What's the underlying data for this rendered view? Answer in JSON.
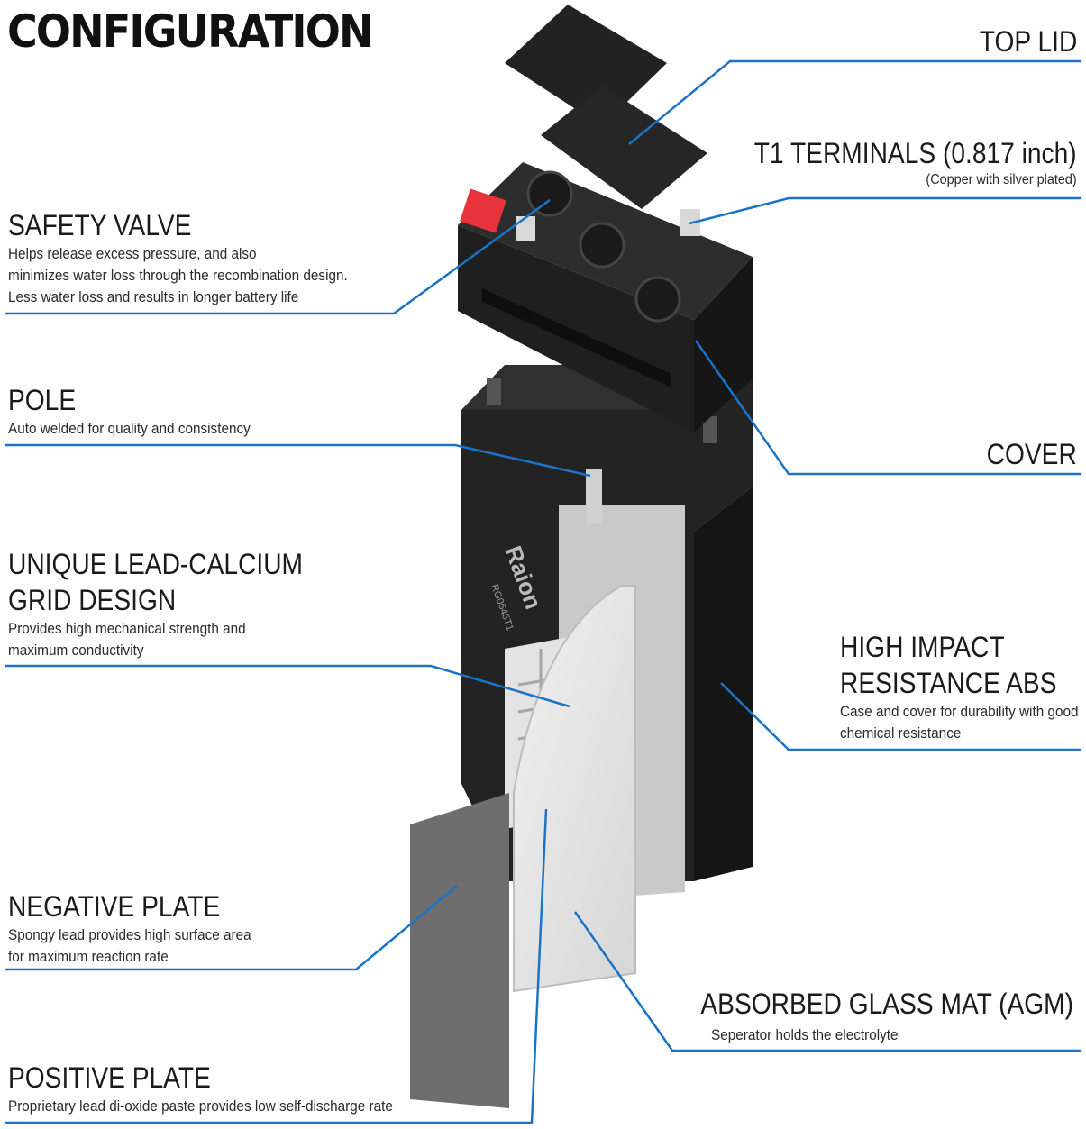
{
  "title": "CONFIGURATION",
  "brand": {
    "name": "Raion",
    "model": "RG0645T1"
  },
  "accent_color": "#1a73c9",
  "labels": {
    "top_lid": {
      "heading": "TOP LID"
    },
    "t1_terminals": {
      "heading": "T1 TERMINALS (0.817 inch)",
      "desc": "(Copper with silver plated)"
    },
    "safety_valve": {
      "heading": "SAFETY VALVE",
      "desc": [
        "Helps release excess pressure, and also",
        "minimizes water loss through the recombination design.",
        "Less water loss and results in longer battery life"
      ]
    },
    "pole": {
      "heading": "POLE",
      "desc": "Auto welded for quality and consistency"
    },
    "cover": {
      "heading": "COVER"
    },
    "grid_design": {
      "heading_lines": [
        "UNIQUE LEAD-CALCIUM",
        "GRID DESIGN"
      ],
      "desc": [
        "Provides high mechanical strength and",
        "maximum conductivity"
      ]
    },
    "high_impact": {
      "heading_lines": [
        "HIGH IMPACT",
        "RESISTANCE ABS"
      ],
      "desc": [
        "Case and cover for durability with good",
        "chemical resistance"
      ]
    },
    "negative_plate": {
      "heading": "NEGATIVE PLATE",
      "desc": [
        "Spongy lead provides high surface area",
        "for maximum reaction rate"
      ]
    },
    "agm": {
      "heading": "ABSORBED GLASS MAT (AGM)",
      "desc": "Seperator holds the electrolyte"
    },
    "positive_plate": {
      "heading": "POSITIVE PLATE",
      "desc": "Proprietary lead di-oxide paste provides low self-discharge rate"
    }
  }
}
